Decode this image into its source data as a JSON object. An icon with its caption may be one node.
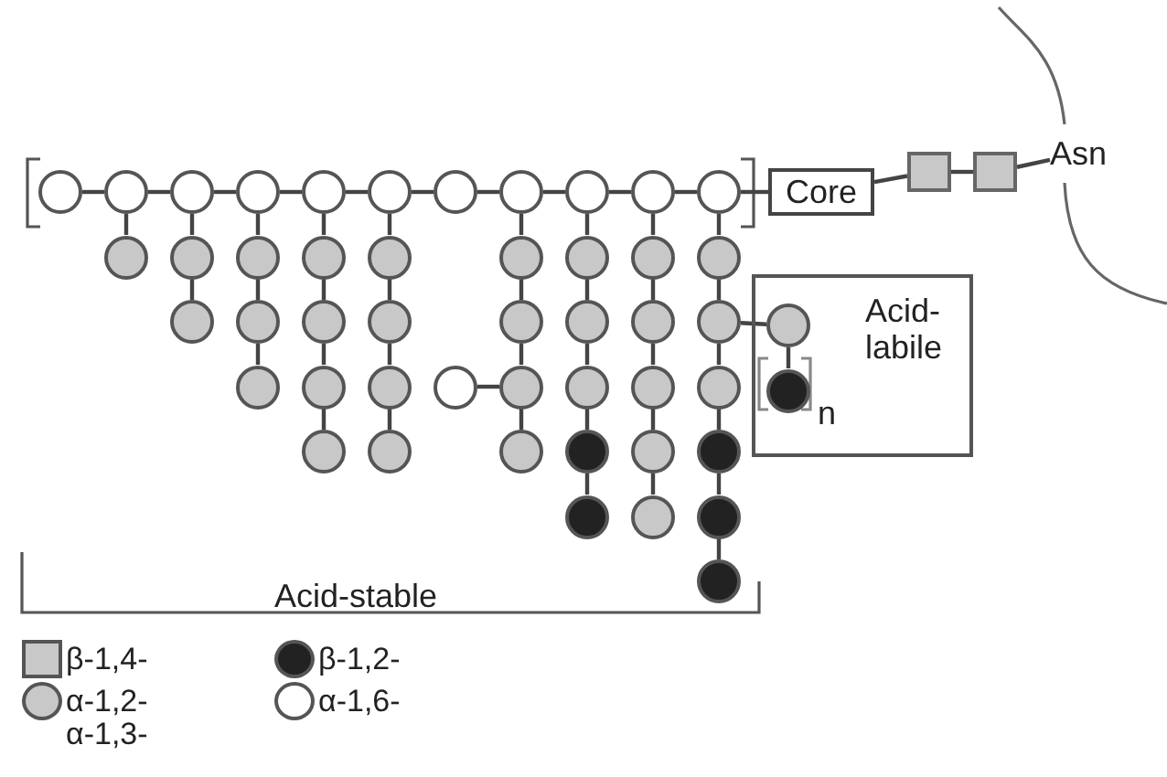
{
  "diagram": {
    "nodes": [
      {
        "text": [],
        "shape": "circle"
      },
      {
        "text": [],
        "shape": "circle"
      },
      {
        "text": [],
        "shape": "circle"
      },
      {
        "text": [],
        "shape": "circle"
      },
      {
        "text": [],
        "shape": "circle"
      },
      {
        "text": [],
        "shape": "circle"
      },
      {
        "text": [],
        "shape": "circle"
      },
      {
        "text": [],
        "shape": "circle"
      },
      {
        "text": [],
        "shape": "circle"
      },
      {
        "text": [],
        "shape": "circle"
      },
      {
        "text": [],
        "shape": "circle"
      },
      {
        "text": [
          "Core"
        ]
      },
      {
        "text": [],
        "shape": "box"
      },
      {
        "text": [],
        "shape": "box"
      },
      {
        "text": [
          "Asn"
        ]
      },
      {
        "text": [],
        "shape": "circle"
      },
      {
        "text": [],
        "shape": "circle"
      },
      {
        "text": [],
        "shape": "circle"
      },
      {
        "text": [],
        "shape": "circle"
      },
      {
        "text": [],
        "shape": "circle"
      },
      {
        "text": [],
        "shape": "circle"
      },
      {
        "text": [],
        "shape": "circle"
      },
      {
        "text": [],
        "shape": "circle"
      },
      {
        "text": [],
        "shape": "circle"
      },
      {
        "text": [],
        "shape": "circle"
      },
      {
        "text": [],
        "shape": "circle"
      },
      {
        "text": [],
        "shape": "circle"
      },
      {
        "text": [],
        "shape": "circle"
      },
      {
        "text": [],
        "shape": "circle"
      },
      {
        "text": [],
        "shape": "circle"
      },
      {
        "text": [],
        "shape": "circle"
      },
      {
        "text": [],
        "shape": "circle"
      },
      {
        "text": [],
        "shape": "circle"
      },
      {
        "text": [],
        "shape": "circle"
      },
      {
        "text": [],
        "shape": "circle"
      },
      {
        "text": [],
        "shape": "circle"
      },
      {
        "text": [],
        "shape": "circle"
      },
      {
        "text": [],
        "shape": "circle"
      },
      {
        "text": [],
        "shape": "circle"
      },
      {
        "text": [],
        "shape": "circle"
      },
      {
        "text": [],
        "shape": "circle"
      },
      {
        "text": [],
        "shape": "circle"
      },
      {
        "text": [],
        "shape": "circle"
      },
      {
        "text": [],
        "shape": "circle"
      },
      {
        "text": [],
        "shape": "circle"
      },
      {
        "text": [],
        "shape": "circle"
      },
      {
        "text": [],
        "shape": "circle"
      },
      {
        "text": [],
        "shape": "circle"
      },
      {
        "text": [],
        "shape": "circle"
      },
      {
        "text": [],
        "shape": "circle"
      },
      {
        "text": [
          "Acid-labile"
        ]
      },
      {
        "text": [],
        "shape": "circle",
        "in": 50
      },
      {
        "text": [],
        "shape": "circle",
        "in": 50
      }
    ],
    "edges": [
      {
        "from": 0,
        "to": 1,
        "arrow": "none"
      },
      {
        "from": 1,
        "to": 2,
        "arrow": "none"
      },
      {
        "from": 2,
        "to": 3,
        "arrow": "none"
      },
      {
        "from": 3,
        "to": 4,
        "arrow": "none"
      },
      {
        "from": 4,
        "to": 5,
        "arrow": "none"
      },
      {
        "from": 5,
        "to": 6,
        "arrow": "none"
      },
      {
        "from": 6,
        "to": 7,
        "arrow": "none"
      },
      {
        "from": 7,
        "to": 8,
        "arrow": "none"
      },
      {
        "from": 8,
        "to": 9,
        "arrow": "none"
      },
      {
        "from": 9,
        "to": 10,
        "arrow": "none"
      },
      {
        "from": 10,
        "to": 11,
        "arrow": "none"
      },
      {
        "from": 11,
        "to": 12,
        "arrow": "none"
      },
      {
        "from": 12,
        "to": 13,
        "arrow": "none"
      },
      {
        "from": 13,
        "to": 14,
        "arrow": "none"
      },
      {
        "from": 1,
        "to": 15,
        "arrow": "none"
      },
      {
        "from": 2,
        "to": 16,
        "arrow": "none"
      },
      {
        "from": 16,
        "to": 17,
        "arrow": "none"
      },
      {
        "from": 3,
        "to": 18,
        "arrow": "none"
      },
      {
        "from": 18,
        "to": 19,
        "arrow": "none"
      },
      {
        "from": 19,
        "to": 20,
        "arrow": "none"
      },
      {
        "from": 4,
        "to": 21,
        "arrow": "none"
      },
      {
        "from": 21,
        "to": 22,
        "arrow": "none"
      },
      {
        "from": 22,
        "to": 23,
        "arrow": "none"
      },
      {
        "from": 23,
        "to": 24,
        "arrow": "none"
      },
      {
        "from": 5,
        "to": 25,
        "arrow": "none"
      },
      {
        "from": 25,
        "to": 26,
        "arrow": "none"
      },
      {
        "from": 26,
        "to": 27,
        "arrow": "none"
      },
      {
        "from": 27,
        "to": 28,
        "arrow": "none"
      },
      {
        "from": 7,
        "to": 29,
        "arrow": "none"
      },
      {
        "from": 29,
        "to": 30,
        "arrow": "none"
      },
      {
        "from": 30,
        "to": 31,
        "arrow": "none"
      },
      {
        "from": 31,
        "to": 32,
        "arrow": "none"
      },
      {
        "from": 33,
        "to": 31,
        "arrow": "none"
      },
      {
        "from": 8,
        "to": 34,
        "arrow": "none"
      },
      {
        "from": 34,
        "to": 35,
        "arrow": "none"
      },
      {
        "from": 35,
        "to": 36,
        "arrow": "none"
      },
      {
        "from": 36,
        "to": 37,
        "arrow": "none"
      },
      {
        "from": 37,
        "to": 38,
        "arrow": "none"
      },
      {
        "from": 9,
        "to": 39,
        "arrow": "none"
      },
      {
        "from": 39,
        "to": 40,
        "arrow": "none"
      },
      {
        "from": 40,
        "to": 41,
        "arrow": "none"
      },
      {
        "from": 41,
        "to": 42,
        "arrow": "none"
      },
      {
        "from": 42,
        "to": 43,
        "arrow": "none"
      },
      {
        "from": 10,
        "to": 44,
        "arrow": "none"
      },
      {
        "from": 44,
        "to": 45,
        "arrow": "none"
      },
      {
        "from": 45,
        "to": 46,
        "arrow": "none"
      },
      {
        "from": 46,
        "to": 47,
        "arrow": "none"
      },
      {
        "from": 47,
        "to": 48,
        "arrow": "none"
      },
      {
        "from": 48,
        "to": 49,
        "arrow": "none"
      },
      {
        "from": 45,
        "to": 51,
        "arrow": "none"
      },
      {
        "from": 51,
        "to": 52,
        "arrow": "none"
      }
    ],
    "labels": [
      "n",
      "Acid-stable"
    ],
    "legend": [
      {
        "text": "β-1,4-",
        "color": "#c8c8c8"
      },
      {
        "text": "β-1,2-",
        "color": "#222222"
      },
      {
        "text": "α-1,2- α-1,3-",
        "color": "#c8c8c8"
      },
      {
        "text": "α-1,6-",
        "color": "#ffffff"
      }
    ]
  }
}
